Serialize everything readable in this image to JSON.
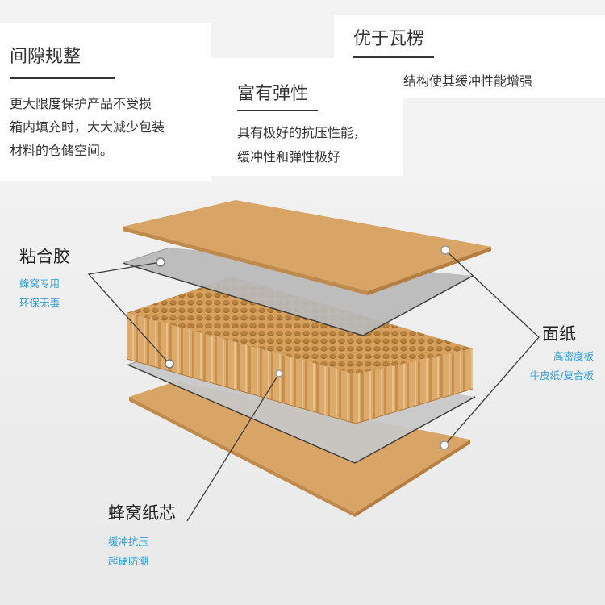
{
  "cards": [
    {
      "title": "间隙规整",
      "lines": [
        "更大限度保护产品不受损",
        "箱内填充时，大大减少包装",
        "材料的仓储空间。"
      ]
    },
    {
      "title": "优于瓦楞",
      "lines": [
        "蜂窝夹芯结构使其缓冲性能增强"
      ]
    },
    {
      "title": "富有弹性",
      "lines": [
        "具有极好的抗压性能，",
        "缓冲性和弹性极好"
      ]
    }
  ],
  "labels": {
    "glue": {
      "name": "粘合胶",
      "subs": [
        "蜂窝专用",
        "环保无毒"
      ]
    },
    "face": {
      "name": "面纸",
      "subs": [
        "高密度板",
        "牛皮纸/复合板"
      ]
    },
    "core": {
      "name": "蜂窝纸芯",
      "subs": [
        "缓冲抗压",
        "超硬防潮"
      ]
    }
  },
  "colors": {
    "kraft": "#d9a566",
    "kraft_edge": "#c08a4c",
    "film": "#b9b9b9",
    "film_edge": "#3a3a3a",
    "accent_text": "#2f9fd8"
  }
}
